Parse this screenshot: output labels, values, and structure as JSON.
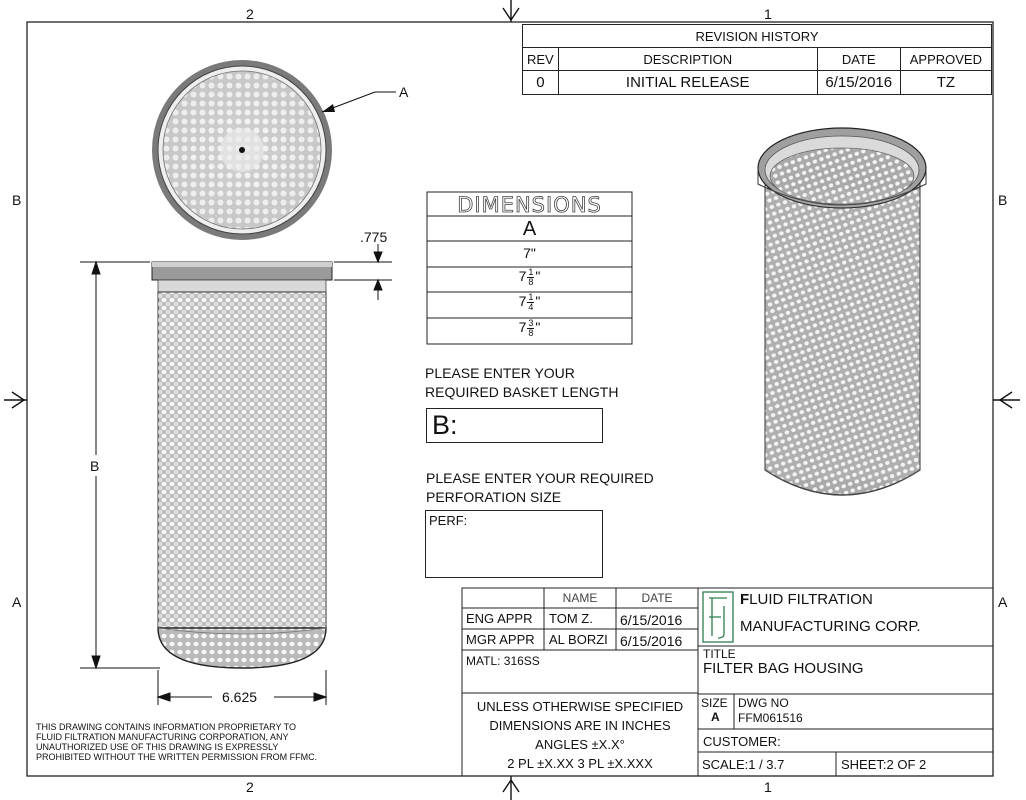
{
  "zones": {
    "top": [
      "2",
      "1"
    ],
    "bottom": [
      "2",
      "1"
    ],
    "left": [
      "B",
      "A"
    ],
    "right": [
      "B",
      "A"
    ]
  },
  "revision": {
    "title": "REVISION HISTORY",
    "headers": [
      "REV",
      "DESCRIPTION",
      "DATE",
      "APPROVED"
    ],
    "row": [
      "0",
      "INITIAL RELEASE",
      "6/15/2016",
      "TZ"
    ]
  },
  "dimensions_table": {
    "title": "DIMENSIONS",
    "header": "A",
    "rows": [
      {
        "whole": "7\"",
        "num": "",
        "den": ""
      },
      {
        "whole": "7",
        "num": "1",
        "den": "8"
      },
      {
        "whole": "7",
        "num": "1",
        "den": "4"
      },
      {
        "whole": "7",
        "num": "3",
        "den": "8"
      }
    ]
  },
  "callouts": {
    "a": "A",
    "b": "B",
    "lip": ".775",
    "dia": "6.625"
  },
  "basket_prompt": {
    "line1": "PLEASE ENTER YOUR",
    "line2": "REQUIRED BASKET LENGTH",
    "field_label": "B:"
  },
  "perf_prompt": {
    "line1": "PLEASE ENTER YOUR REQUIRED",
    "line2": "PERFORATION SIZE",
    "field_label": "PERF:"
  },
  "title_block": {
    "name_header": "NAME",
    "date_header": "DATE",
    "eng": {
      "label": "ENG APPR",
      "name": "TOM Z.",
      "date": "6/15/2016"
    },
    "mgr": {
      "label": "MGR APPR",
      "name": "AL BORZI",
      "date": "6/15/2016"
    },
    "material": "MATL: 316SS",
    "tolerance": [
      "UNLESS OTHERWISE SPECIFIED",
      "DIMENSIONS ARE IN INCHES",
      "ANGLES ±X.X°",
      "2 PL ±X.XX 3 PL ±X.XXX"
    ],
    "company_line1_initial": "F",
    "company_line1_rest": "LUID FILTRATION",
    "company_line2": "MANUFACTURING CORP.",
    "title_label": "TITLE",
    "title": "FILTER BAG HOUSING",
    "size_label": "SIZE",
    "size": "A",
    "dwg_label": "DWG NO",
    "dwg": "FFM061516",
    "customer": "CUSTOMER:",
    "scale": "SCALE:1 / 3.7",
    "sheet": "SHEET:2  OF 2"
  },
  "notice": [
    "THIS DRAWING CONTAINS INFORMATION PROPRIETARY TO",
    "FLUID FILTRATION MANUFACTURING CORPORATION, ANY",
    "UNAUTHORIZED USE OF THIS DRAWING IS EXPRESSLY",
    "PROHIBITED WITHOUT THE WRITTEN PERMISSION FROM FFMC."
  ],
  "colors": {
    "line": "#222222",
    "logo": "#2e7d4f",
    "metal": "#e8e8e8",
    "rim": "#555555"
  }
}
